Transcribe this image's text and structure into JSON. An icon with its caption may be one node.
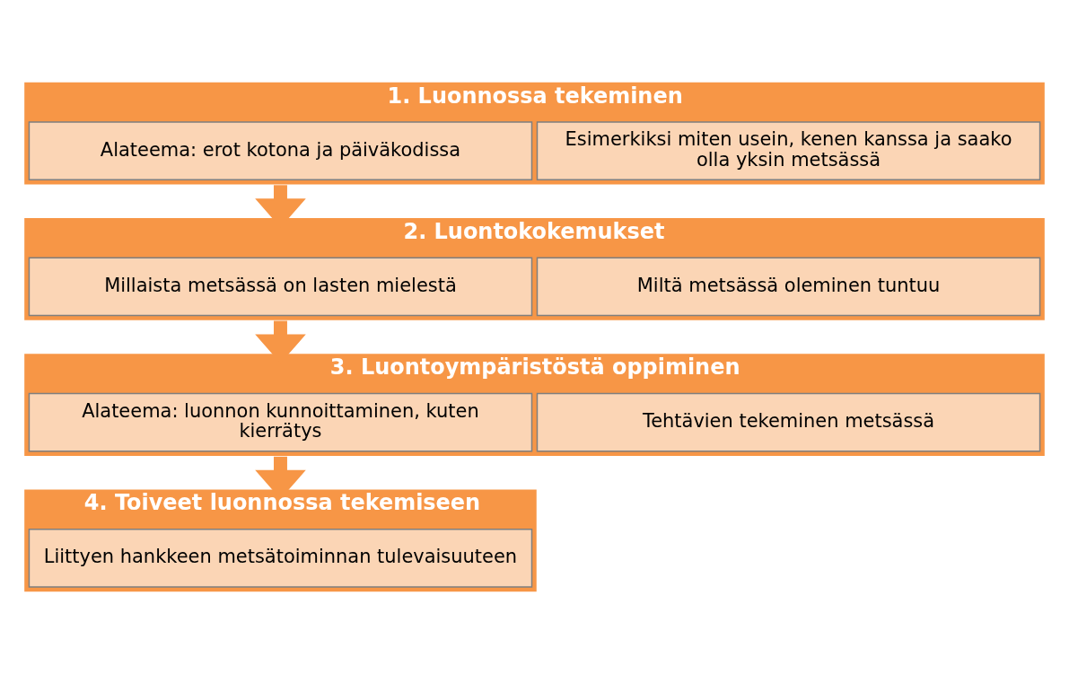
{
  "diagram": {
    "nodes": [
      {
        "text": [
          "1. Luonnossa tekeminen"
        ]
      },
      {
        "text": [
          "Alateema: erot kotona ja päiväkodissa"
        ],
        "in": 0
      },
      {
        "text": [
          "Esimerkiksi miten usein, kenen kanssa ja saako olla yksin metsässä"
        ],
        "in": 0
      },
      {
        "text": [
          "2. Luontokokemukset"
        ]
      },
      {
        "text": [
          "Millaista metsässä on lasten mielestä"
        ],
        "in": 3
      },
      {
        "text": [
          "Miltä metsässä oleminen tuntuu"
        ],
        "in": 3
      },
      {
        "text": [
          "3. Luontoympäristöstä oppiminen"
        ]
      },
      {
        "text": [
          "Alateema: luonnon kunnoittaminen, kuten kierrätys"
        ],
        "in": 6
      },
      {
        "text": [
          "Tehtävien tekeminen metsässä"
        ],
        "in": 6
      },
      {
        "text": [
          "4. Toiveet luonnossa tekemiseen"
        ]
      },
      {
        "text": [
          "Liittyen hankkeen metsätoiminnan tulevaisuuteen"
        ],
        "in": 9
      }
    ],
    "edges": [
      {
        "from": 0,
        "to": 3,
        "arrow": "to"
      },
      {
        "from": 3,
        "to": 6,
        "arrow": "to"
      },
      {
        "from": 6,
        "to": 9,
        "arrow": "to"
      }
    ]
  }
}
